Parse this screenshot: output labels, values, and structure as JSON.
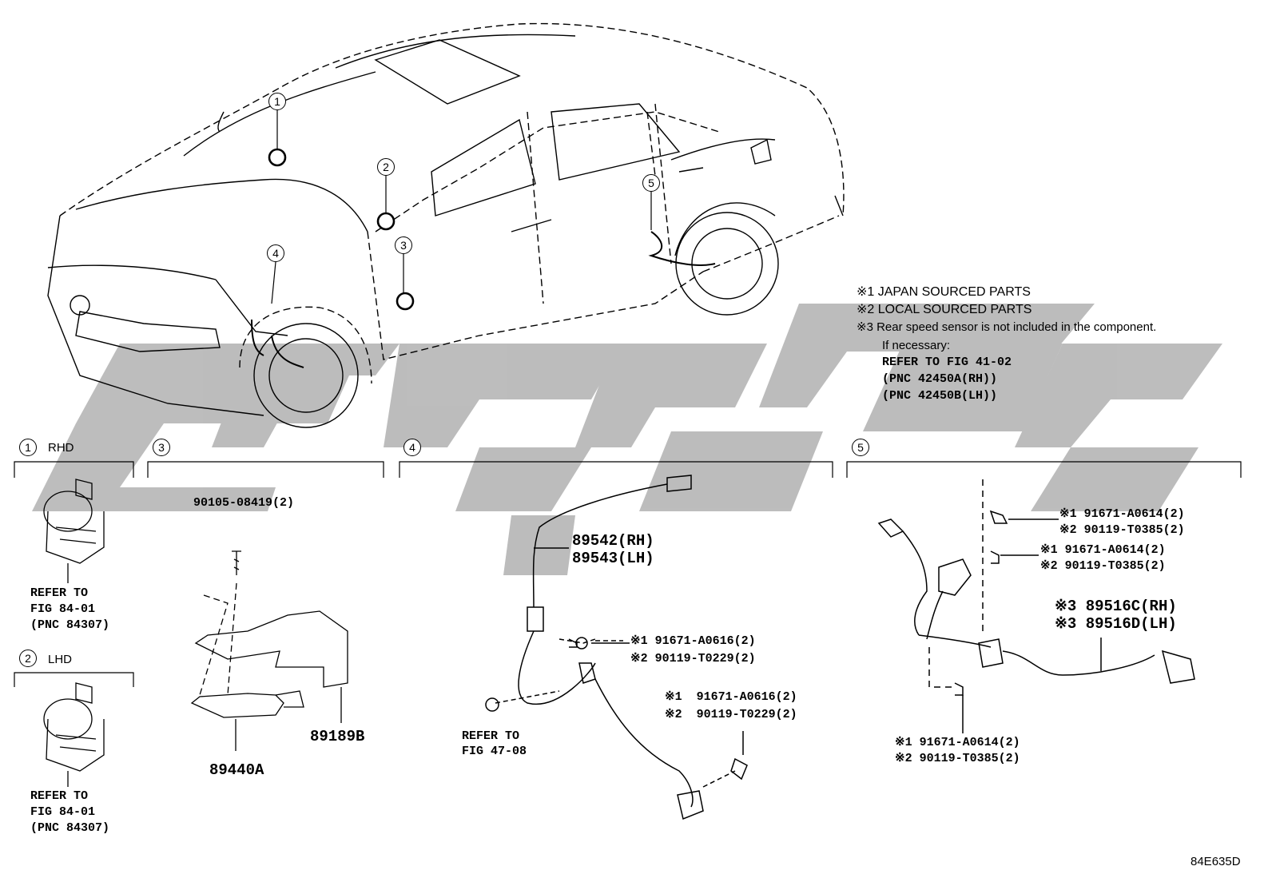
{
  "notes": {
    "n1": "※1 JAPAN SOURCED PARTS",
    "n2": "※2 LOCAL SOURCED PARTS",
    "n3": "※3 Rear speed sensor is not included in the component.",
    "if_necessary": "If necessary:",
    "refer_fig": "REFER TO FIG 41-02",
    "pnc_rh": "(PNC 42450A(RH))",
    "pnc_lh": "(PNC 42450B(LH))"
  },
  "callouts": [
    "1",
    "2",
    "3",
    "4",
    "5"
  ],
  "sections": {
    "s1": {
      "num": "1",
      "label": "RHD",
      "refer": [
        "REFER TO",
        "FIG 84-01",
        "(PNC 84307)"
      ]
    },
    "s2": {
      "num": "2",
      "label": "LHD",
      "refer": [
        "REFER TO",
        "FIG 84-01",
        "(PNC 84307)"
      ]
    },
    "s3": {
      "num": "3",
      "bolt": "90105-08419(2)",
      "part_a": "89189B",
      "part_b": "89440A"
    },
    "s4": {
      "num": "4",
      "sensor_rh": "89542(RH)",
      "sensor_lh": "89543(LH)",
      "bolt1_a": "※1 91671-A0616(2)",
      "bolt1_b": "※2 90119-T0229(2)",
      "bolt2_a": "※1  91671-A0616(2)",
      "bolt2_b": "※2  90119-T0229(2)",
      "refer": [
        "REFER TO",
        "FIG 47-08"
      ]
    },
    "s5": {
      "num": "5",
      "bolt1_a": "※1 91671-A0614(2)",
      "bolt1_b": "※2 90119-T0385(2)",
      "bolt2_a": "※1 91671-A0614(2)",
      "bolt2_b": "※2 90119-T0385(2)",
      "sensor_rh": "※3 89516C(RH)",
      "sensor_lh": "※3 89516D(LH)",
      "bolt3_a": "※1 91671-A0614(2)",
      "bolt3_b": "※2 90119-T0385(2)"
    }
  },
  "figure_code": "84E635D",
  "watermark_color": "#b4b4b4"
}
